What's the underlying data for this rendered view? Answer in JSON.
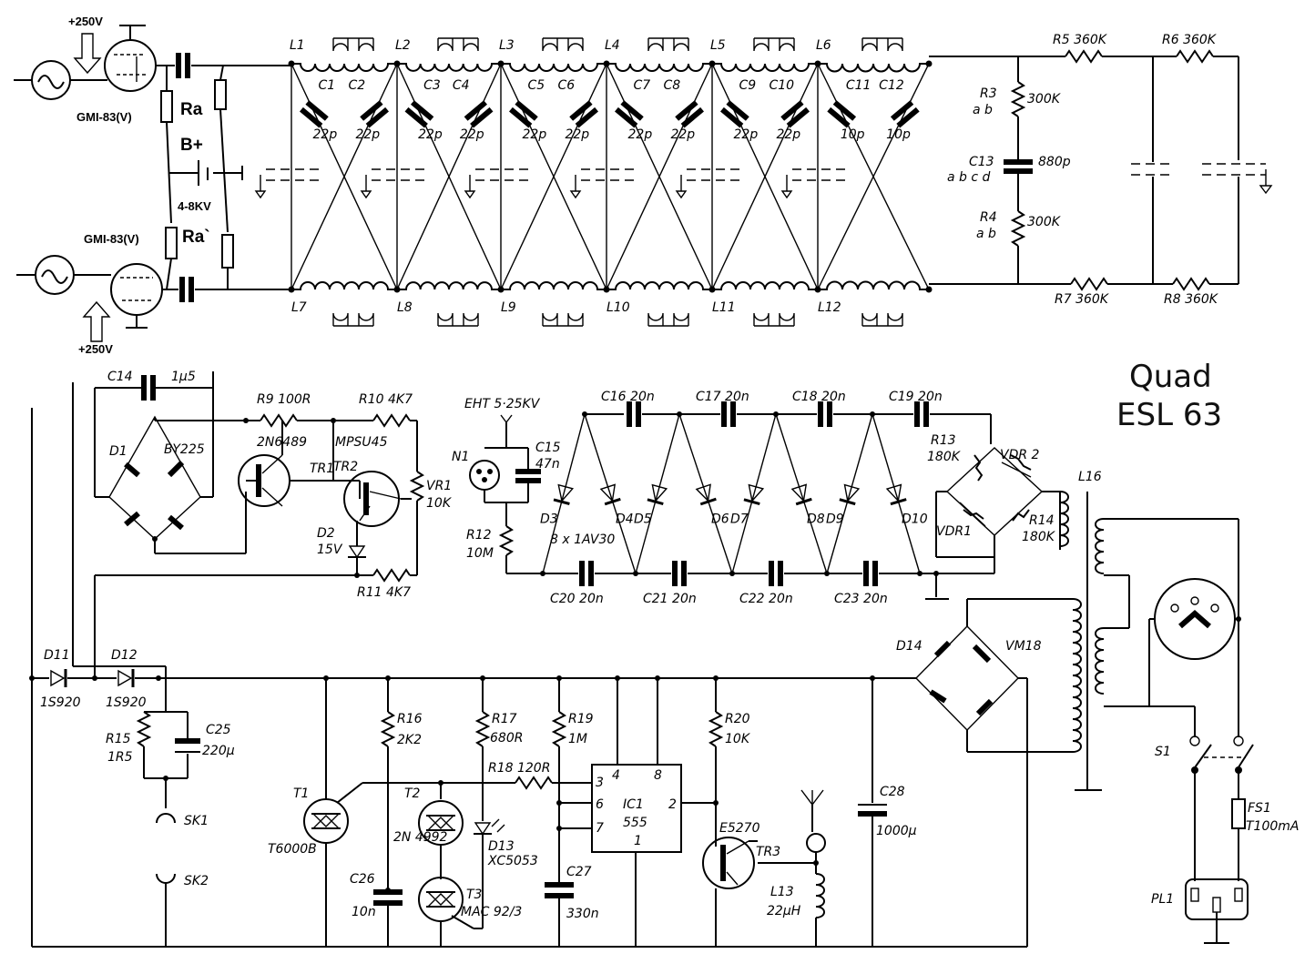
{
  "title": {
    "line1": "Quad",
    "line2": "ESL 63"
  },
  "driver": {
    "supply_top": "+250V",
    "supply_bottom": "+250V",
    "tube_top": "GMI-83(V)",
    "tube_bottom": "GMI-83(V)",
    "ra_top": "Ra",
    "b_plus": "B+",
    "hv": "4-8KV",
    "ra_bottom": "Ra`"
  },
  "delay_line": {
    "inductors_top": [
      "L1",
      "L2",
      "L3",
      "L4",
      "L5",
      "L6"
    ],
    "inductors_bottom": [
      "L7",
      "L8",
      "L9",
      "L10",
      "L11",
      "L12"
    ],
    "capacitors": [
      {
        "name": "C1",
        "value": "22p"
      },
      {
        "name": "C2",
        "value": "22p"
      },
      {
        "name": "C3",
        "value": "22p"
      },
      {
        "name": "C4",
        "value": "22p"
      },
      {
        "name": "C5",
        "value": "22p"
      },
      {
        "name": "C6",
        "value": "22p"
      },
      {
        "name": "C7",
        "value": "22p"
      },
      {
        "name": "C8",
        "value": "22p"
      },
      {
        "name": "C9",
        "value": "22p"
      },
      {
        "name": "C10",
        "value": "22p"
      },
      {
        "name": "C11",
        "value": "10p"
      },
      {
        "name": "C12",
        "value": "10p"
      }
    ],
    "r5": "R5 360K",
    "r6": "R6 360K",
    "r7": "R7 360K",
    "r8": "R8 360K",
    "r3": "R3",
    "r3_sub": "a b",
    "r3_val": "300K",
    "r4": "R4",
    "r4_sub": "a b",
    "r4_val": "300K",
    "c13": "C13",
    "c13_sub": "a b c d",
    "c13_val": "880p"
  },
  "bias": {
    "c14": "C14",
    "c14_val": "1µ5",
    "d1": "D1",
    "by225": "BY225",
    "r9": "R9 100R",
    "r10": "R10 4K7",
    "tr1_type": "2N6489",
    "tr1": "TR1",
    "tr2_type": "MPSU45",
    "tr2": "TR2",
    "vr1": "VR1",
    "vr1_val": "10K",
    "d2": "D2",
    "d2_val": "15V",
    "r11": "R11 4K7"
  },
  "eht": {
    "label": "EHT 5·25KV",
    "n1": "N1",
    "c15": "C15",
    "c15_val": "47n",
    "r12": "R12",
    "r12_val": "10M",
    "top_caps": [
      "C16 20n",
      "C17 20n",
      "C18 20n",
      "C19 20n"
    ],
    "bottom_caps": [
      "C20 20n",
      "C21 20n",
      "C22 20n",
      "C23 20n"
    ],
    "diodes": [
      "D3",
      "D4",
      "D5",
      "D6",
      "D7",
      "D8",
      "D9",
      "D10"
    ],
    "diode_type": "8 x 1AV30",
    "r13": "R13",
    "r13_val": "180K",
    "vdr2": "VDR 2",
    "vdr1": "VDR1",
    "r14": "R14",
    "r14_val": "180K",
    "l16": "L16"
  },
  "protection": {
    "d11": "D11",
    "d11_type": "1S920",
    "d12": "D12",
    "d12_type": "1S920",
    "r15": "R15",
    "r15_val": "1R5",
    "c25": "C25",
    "c25_val": "220µ",
    "sk1": "SK1",
    "sk2": "SK2",
    "t1": "T1",
    "t1_type": "T6000B",
    "r16": "R16",
    "r16_val": "2K2",
    "t2": "T2",
    "t2_type": "2N 4992",
    "c26": "C26",
    "c26_val": "10n",
    "t3": "T3",
    "t3_type": "MAC 92/3",
    "r17": "R17",
    "r17_val": "680R",
    "d13": "D13",
    "d13_type": "XC5053",
    "r18": "R18 120R",
    "r19": "R19",
    "r19_val": "1M",
    "c27": "C27",
    "c27_val": "330n",
    "ic1": "IC1",
    "ic1_type": "555",
    "pins": [
      "3",
      "4",
      "8",
      "6",
      "7",
      "2",
      "1"
    ],
    "r20": "R20",
    "r20_val": "10K",
    "tr3_type": "E5270",
    "tr3": "TR3",
    "l13": "L13",
    "l13_val": "22µH",
    "c28": "C28",
    "c28_val": "1000µ"
  },
  "mains": {
    "d14": "D14",
    "vm18": "VM18",
    "s1": "S1",
    "fs1": "FS1",
    "fs1_val": "T100mA",
    "pl1": "PL1"
  }
}
